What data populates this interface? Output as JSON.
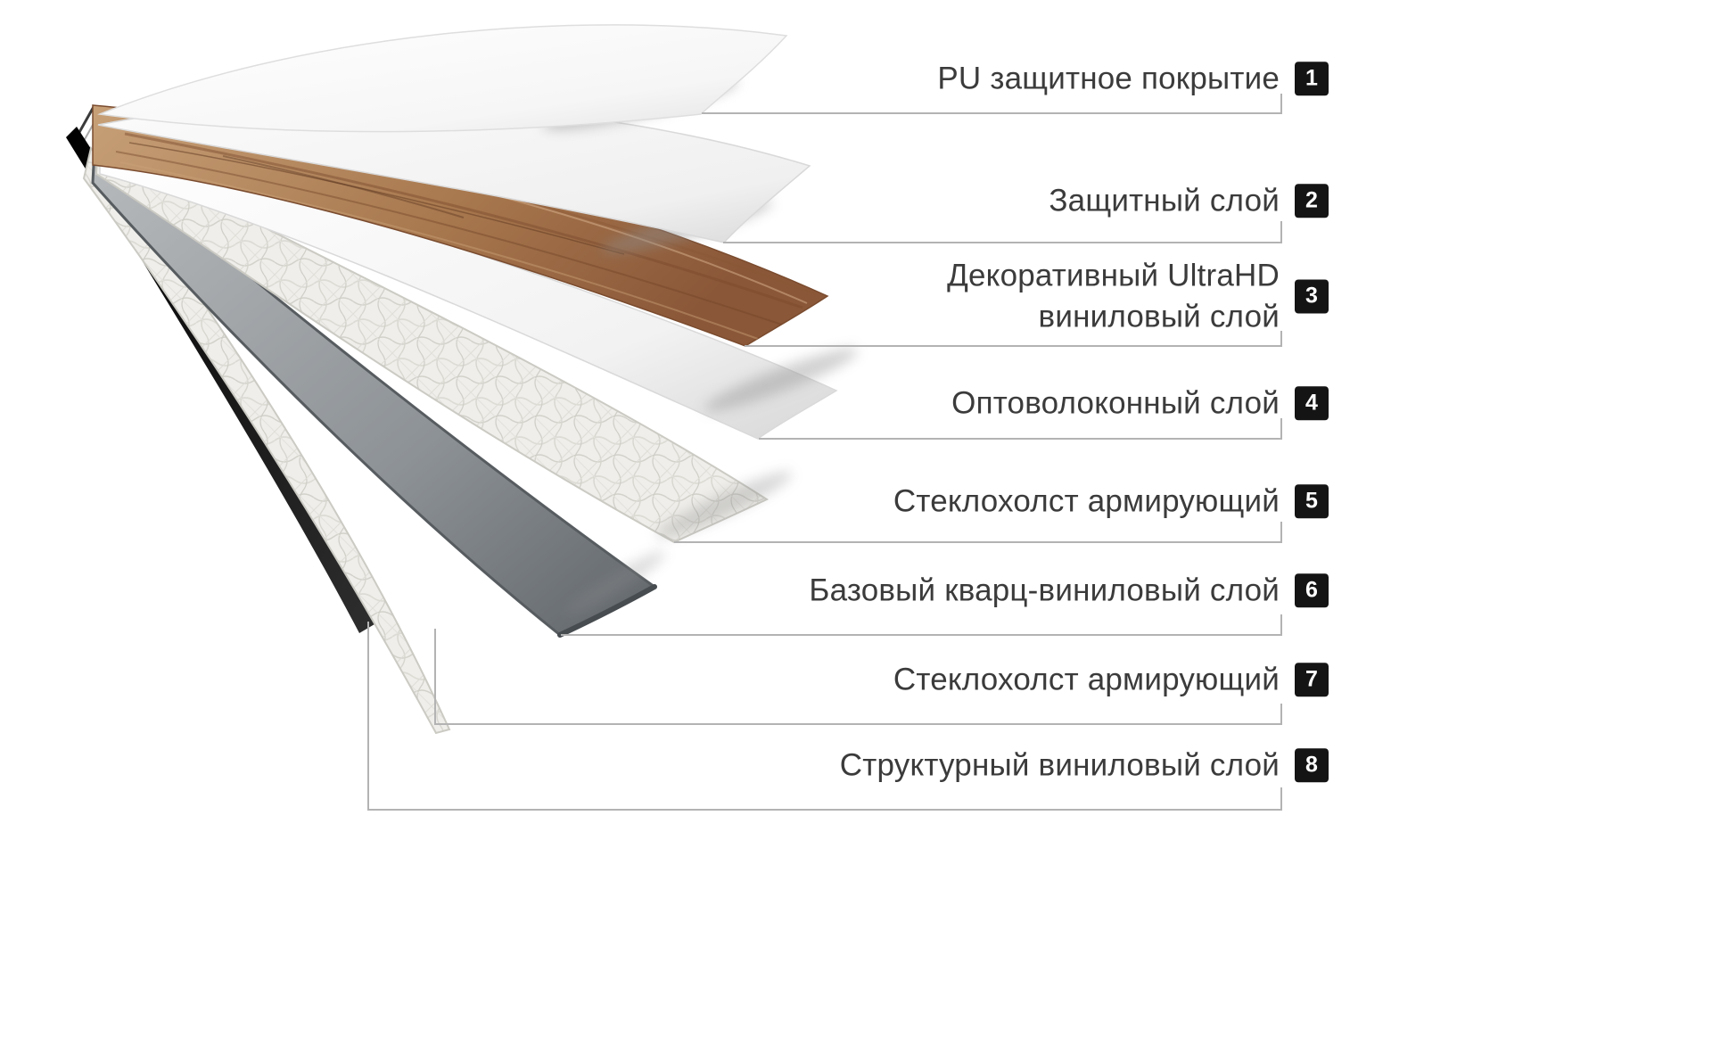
{
  "diagram": {
    "subject": "vinyl-flooring-layer-structure",
    "layer_count": 8
  },
  "layers": [
    {
      "badge": "1",
      "label_lines": [
        "PU защитное покрытие"
      ],
      "material": "pu-protective-coating"
    },
    {
      "badge": "2",
      "label_lines": [
        "Защитный слой"
      ],
      "material": "protective-layer"
    },
    {
      "badge": "3",
      "label_lines": [
        "Декоративный UltraHD",
        "виниловый слой"
      ],
      "material": "decorative-ultrahd-vinyl-layer"
    },
    {
      "badge": "4",
      "label_lines": [
        "Оптоволоконный слой"
      ],
      "material": "fiber-optic-layer"
    },
    {
      "badge": "5",
      "label_lines": [
        "Стеклохолст армирующий"
      ],
      "material": "reinforcing-fiberglass"
    },
    {
      "badge": "6",
      "label_lines": [
        "Базовый кварц-виниловый слой"
      ],
      "material": "base-quartz-vinyl-layer"
    },
    {
      "badge": "7",
      "label_lines": [
        "Стеклохолст армирующий"
      ],
      "material": "reinforcing-fiberglass"
    },
    {
      "badge": "8",
      "label_lines": [
        "Структурный виниловый слой"
      ],
      "material": "structural-vinyl-layer"
    }
  ],
  "palette": {
    "background": "#ffffff",
    "label_text": "#3b3b3b",
    "badge_bg": "#141414",
    "badge_text": "#ffffff",
    "leader_line": "#b3b3b3",
    "wood_light": "#c7a078",
    "wood_dark": "#8a5738",
    "gray_sheet_light": "#b7babc",
    "gray_sheet_dark": "#60656a",
    "fiberglass": "#efeeea",
    "black_layer": "#141414",
    "white_sheet": "#ffffff"
  }
}
